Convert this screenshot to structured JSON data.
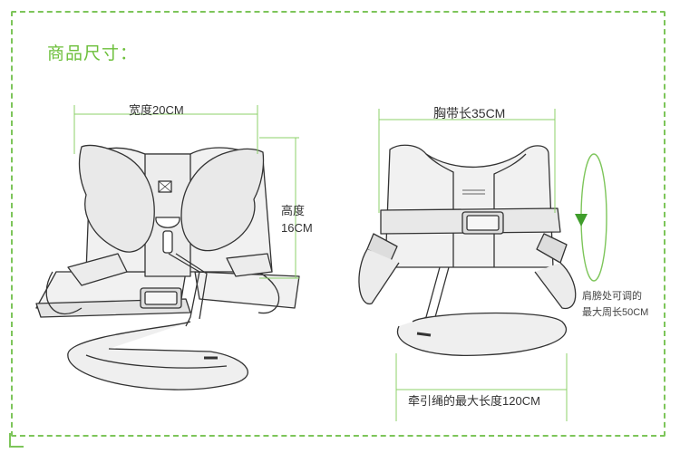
{
  "page": {
    "title": "商品尺寸：",
    "accent_color": "#7dc55a"
  },
  "left_diagram": {
    "width_label": "宽度20CM",
    "height_label": "高度",
    "height_value": "16CM"
  },
  "right_diagram": {
    "chest_label": "胸带长35CM",
    "shoulder_note_line1": "肩膀处可调的",
    "shoulder_note_line2": "最大周长50CM",
    "leash_label": "牵引绳的最大长度120CM"
  }
}
